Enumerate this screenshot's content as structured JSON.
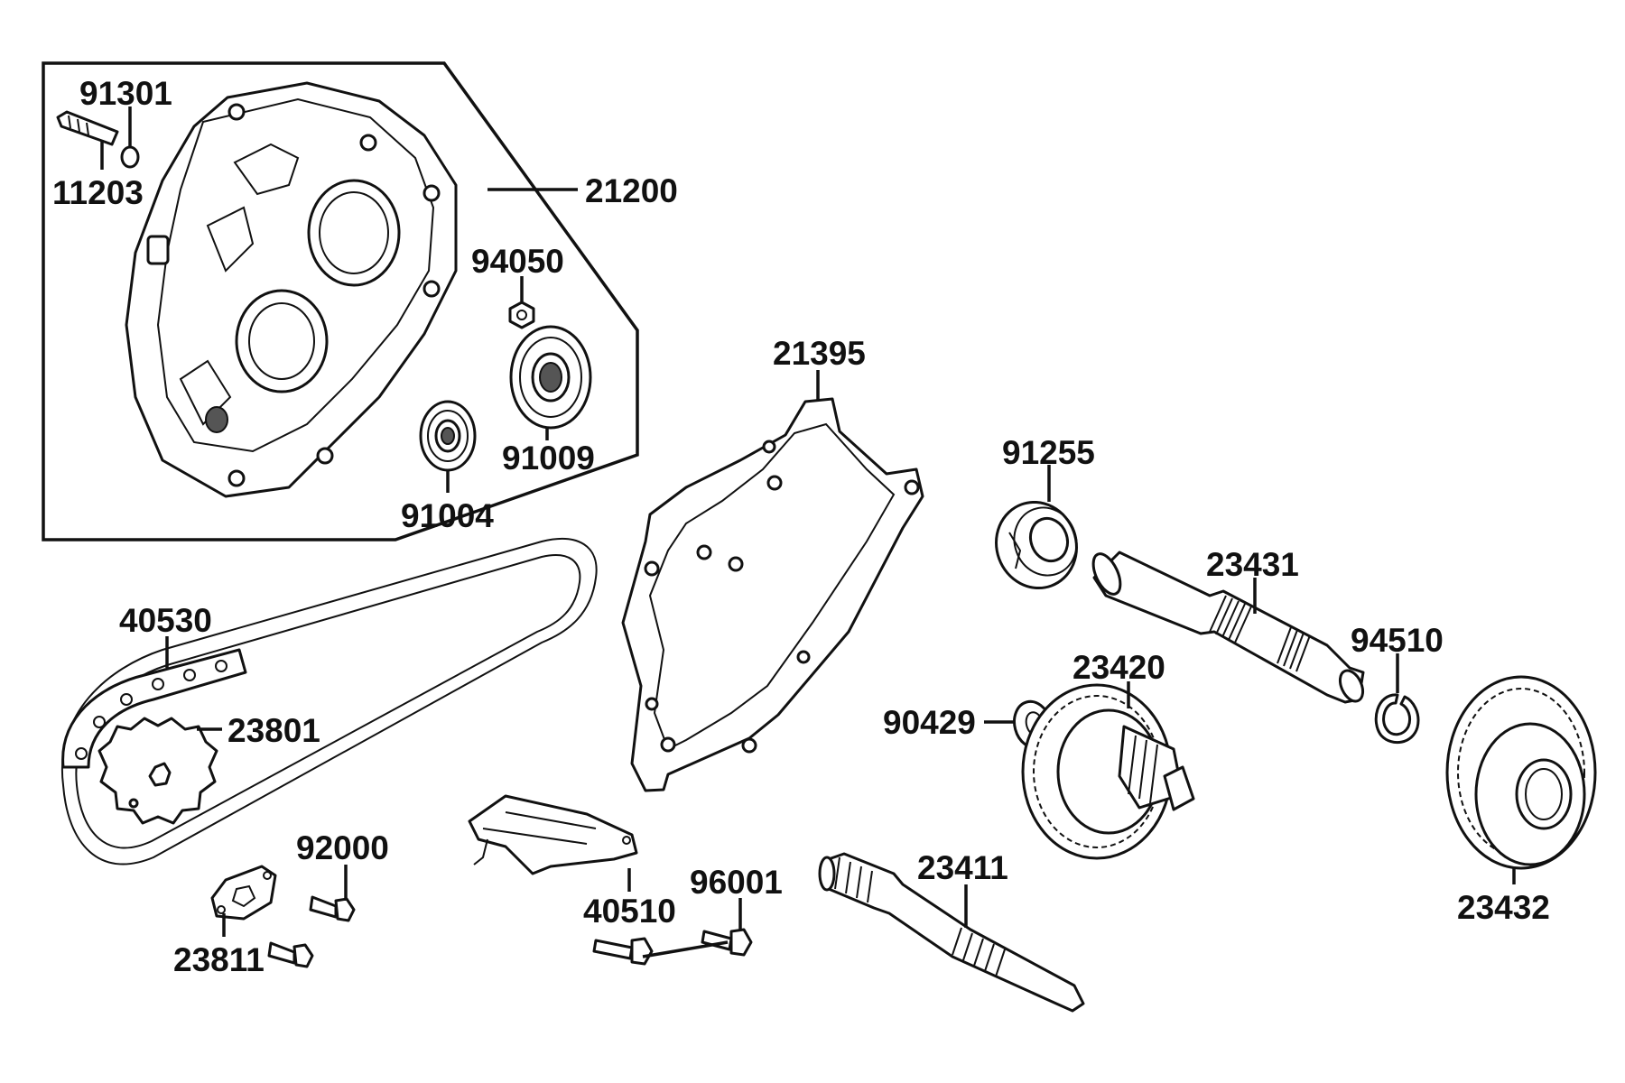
{
  "labels": {
    "p91301": "91301",
    "p11203": "11203",
    "p21200": "21200",
    "p94050": "94050",
    "p91009": "91009",
    "p91004": "91004",
    "p21395": "21395",
    "p91255": "91255",
    "p23431": "23431",
    "p94510": "94510",
    "p23420": "23420",
    "p90429": "90429",
    "p23432": "23432",
    "p40530": "40530",
    "p23801": "23801",
    "p92000": "92000",
    "p23811": "23811",
    "p40510": "40510",
    "p96001": "96001",
    "p23411": "23411"
  }
}
